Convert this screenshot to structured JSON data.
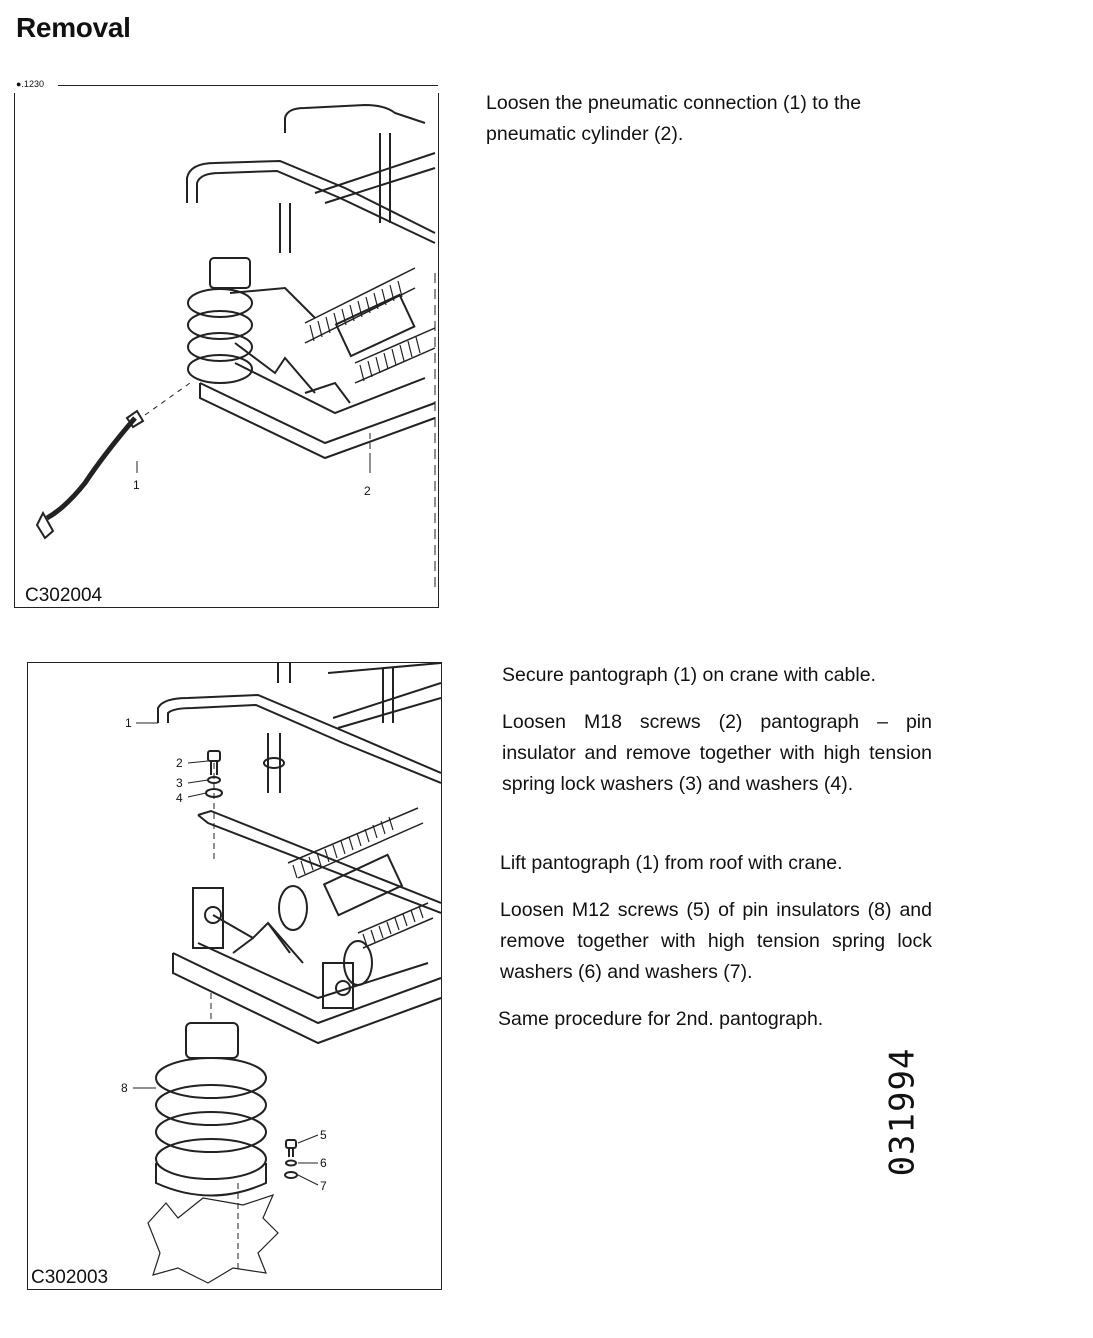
{
  "page": {
    "heading": "Removal",
    "ref_number": "●.1230"
  },
  "figures": [
    {
      "code": "C302004",
      "callouts": [
        "1",
        "2"
      ]
    },
    {
      "code": "C302003",
      "callouts": [
        "1",
        "2",
        "3",
        "4",
        "5",
        "6",
        "7",
        "8"
      ]
    }
  ],
  "instructions": {
    "step_1": "Loosen the pneumatic connection (1) to the pneumatic cylinder (2).",
    "step_2": "Secure pantograph (1) on crane with cable.",
    "step_3": "Loosen M18 screws (2) pantograph – pin insulator and remove together with high tension spring lock washers (3) and washers (4).",
    "step_4": "Lift pantograph (1) from roof with crane.",
    "step_5": "Loosen M12 screws (5) of pin insulators (8) and remove together with high tension spring lock washers (6) and washers (7).",
    "step_6": "Same procedure for 2nd. pantograph."
  },
  "stamp": "031994",
  "colors": {
    "ink": "#111111",
    "paper": "#ffffff"
  }
}
